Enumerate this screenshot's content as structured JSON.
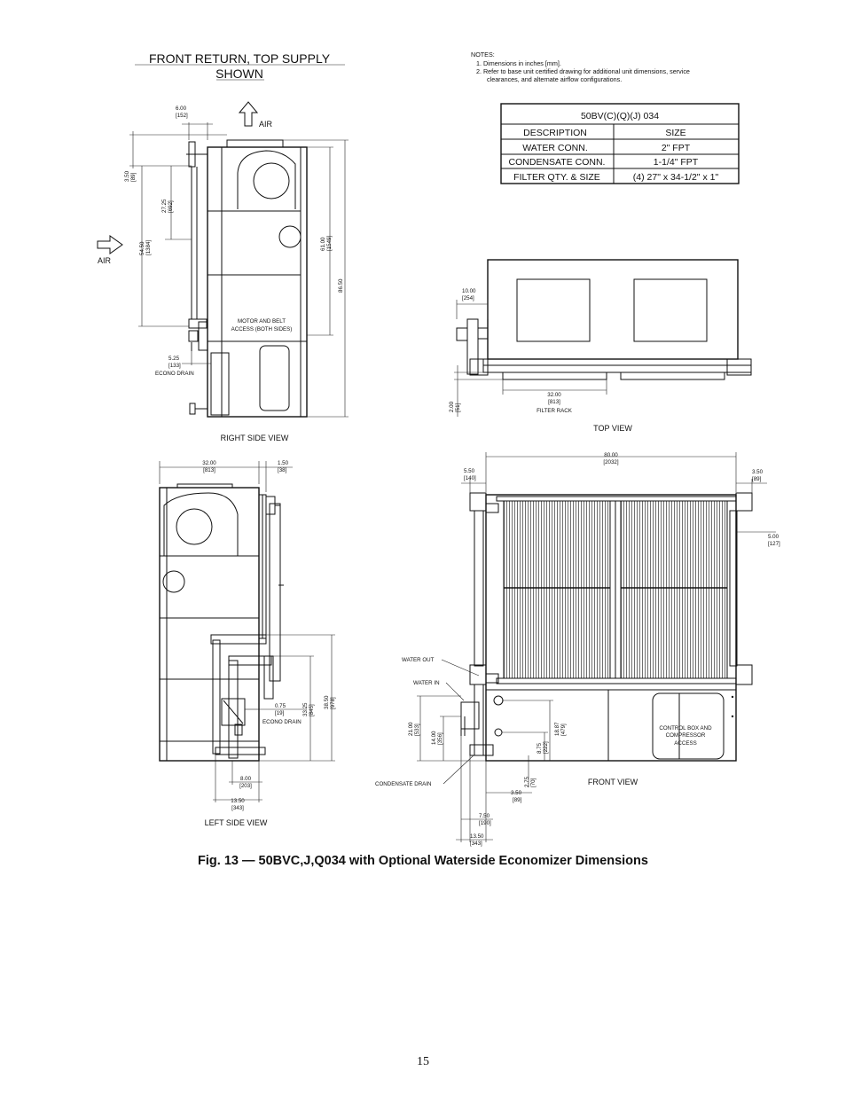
{
  "header": {
    "line1": "FRONT RETURN, TOP SUPPLY",
    "line2": "SHOWN"
  },
  "notes": {
    "title": "NOTES:",
    "items": [
      "1.  Dimensions in inches [mm].",
      "2.  Refer to base unit certified drawing for additional unit dimensions, service",
      "clearances, and alternate airflow configurations."
    ]
  },
  "spec_table": {
    "title": "50BV(C)(Q)(J)  034",
    "header": [
      "DESCRIPTION",
      "SIZE"
    ],
    "rows": [
      [
        "WATER CONN.",
        "2\" FPT"
      ],
      [
        "CONDENSATE CONN.",
        "1-1/4\" FPT"
      ],
      [
        "FILTER QTY. & SIZE",
        "(4)  27\" x 34-1/2\" x 1\""
      ]
    ]
  },
  "right_side": {
    "air_top": "AIR",
    "air_left": "AIR",
    "access_label": [
      "MOTOR AND BELT",
      "ACCESS (BOTH SIDES)"
    ],
    "econo_drain": [
      "5.25",
      "[133]",
      "ECONO DRAIN"
    ],
    "dims": [
      [
        "6.00",
        "[152]"
      ],
      [
        "3.50",
        "[89]"
      ],
      [
        "27.25",
        "[692]"
      ],
      [
        "54.50",
        "[1384]"
      ],
      [
        "61.00",
        "[1549]"
      ],
      [
        "86.50"
      ]
    ],
    "view_label": "RIGHT SIDE VIEW"
  },
  "top_view": {
    "dims": [
      [
        "10.00",
        "[254]"
      ],
      [
        "2.00",
        "[51]"
      ],
      [
        "32.00",
        "[813]",
        "FILTER RACK"
      ]
    ],
    "view_label": "TOP VIEW"
  },
  "left_side": {
    "dims": [
      [
        "32.00",
        "[813]"
      ],
      [
        "1.50",
        "[38]"
      ],
      [
        "0.75",
        "[19]",
        "ECONO DRAIN"
      ],
      [
        "33.25",
        "[845]"
      ],
      [
        "38.50",
        "[978]"
      ],
      [
        "8.00",
        "[203]"
      ],
      [
        "13.50",
        "[343]"
      ]
    ],
    "view_label": "LEFT SIDE VIEW"
  },
  "front_view": {
    "dims": [
      [
        "80.00",
        "[2032]"
      ],
      [
        "5.50",
        "[140]"
      ],
      [
        "3.50",
        "[89]"
      ],
      [
        "5.00",
        "[127]"
      ],
      [
        "21.00",
        "[533]"
      ],
      [
        "14.00",
        "[356]"
      ],
      [
        "8.75",
        "[222]"
      ],
      [
        "18.87",
        "[479]"
      ],
      [
        "2.75",
        "[70]"
      ],
      [
        "3.50",
        "[89]"
      ],
      [
        "7.50",
        "[190]"
      ],
      [
        "13.50",
        "[343]"
      ]
    ],
    "labels": {
      "water_out": "WATER OUT",
      "water_in": "WATER IN",
      "condensate_drain": "CONDENSATE DRAIN",
      "control_box": [
        "CONTROL BOX AND",
        "COMPRESSOR",
        "ACCESS"
      ]
    },
    "view_label": "FRONT VIEW"
  },
  "caption": "Fig. 13 — 50BVC,J,Q034 with Optional Waterside Economizer Dimensions",
  "page_number": "15"
}
